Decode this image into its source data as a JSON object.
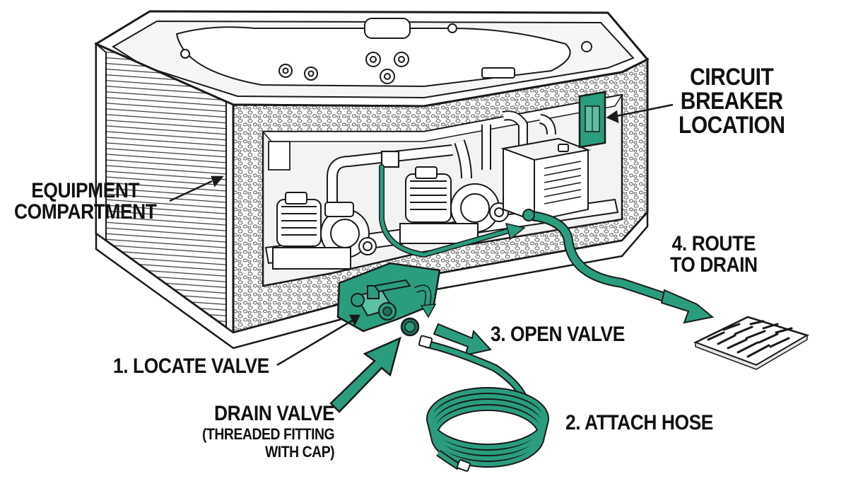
{
  "labels": {
    "circuit_breaker": [
      "CIRCUIT",
      "BREAKER",
      "LOCATION"
    ],
    "equipment": [
      "EQUIPMENT",
      "COMPARTMENT"
    ],
    "route": [
      "4. ROUTE",
      "TO DRAIN"
    ],
    "open_valve": "3. OPEN VALVE",
    "locate_valve": "1. LOCATE VALVE",
    "attach_hose": "2. ATTACH HOSE",
    "drain_valve": {
      "title": "DRAIN VALVE",
      "sub": [
        "(THREADED FITTING",
        "WITH CAP)"
      ]
    }
  },
  "colors": {
    "accent": "#2a9d7f",
    "accent_dark": "#1e6f5a",
    "line": "#1a1a1a",
    "panel_fill": "#f3f3f3",
    "background": "#ffffff"
  }
}
